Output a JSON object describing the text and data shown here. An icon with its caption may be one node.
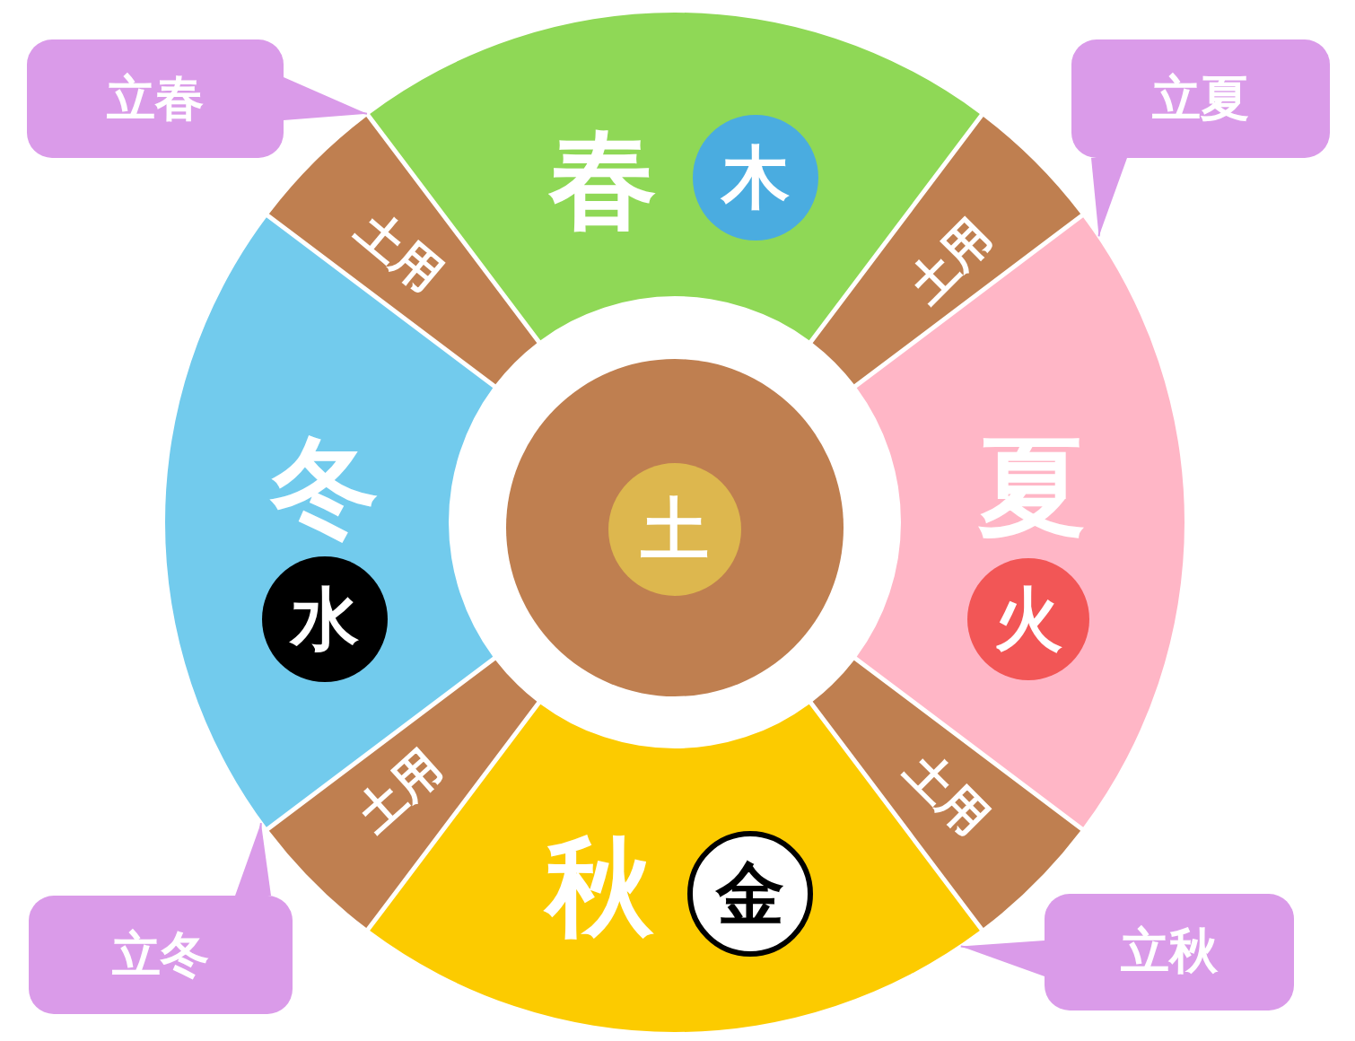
{
  "diagram": {
    "nodes": [
      {
        "text": [
          "立春"
        ]
      },
      {
        "text": [
          "立夏"
        ]
      },
      {
        "text": [
          "春"
        ]
      },
      {
        "text": [
          "木"
        ],
        "in": 2
      },
      {
        "text": [
          "土用"
        ]
      },
      {
        "text": [
          "土用"
        ]
      },
      {
        "text": [
          "冬"
        ]
      },
      {
        "text": [
          "水"
        ],
        "in": 6
      },
      {
        "text": [],
        "shape": "circle"
      },
      {
        "text": [
          "土"
        ],
        "in": 8
      },
      {
        "text": [
          "夏"
        ]
      },
      {
        "text": [
          "火"
        ],
        "in": 10
      },
      {
        "text": [
          "土用"
        ]
      },
      {
        "text": [
          "土用"
        ]
      },
      {
        "text": [
          "秋"
        ]
      },
      {
        "text": [
          "金"
        ],
        "in": 14
      },
      {
        "text": [
          "立冬"
        ]
      },
      {
        "text": [
          "立秋"
        ]
      }
    ],
    "edges": [
      {
        "from": 0,
        "to": 2,
        "arrow": "to"
      },
      {
        "from": 1,
        "to": 10,
        "arrow": "to"
      },
      {
        "from": 16,
        "to": 6,
        "arrow": "to"
      },
      {
        "from": 17,
        "to": 14,
        "arrow": "to"
      }
    ]
  }
}
